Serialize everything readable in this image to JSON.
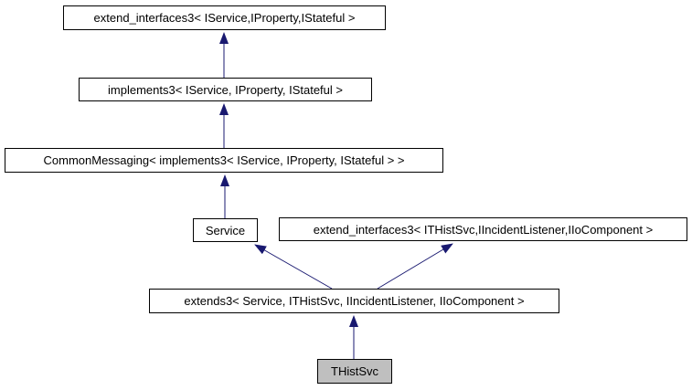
{
  "diagram": {
    "colors": {
      "arrow": "#191970",
      "node_border": "#000000",
      "node_fill": "#ffffff",
      "highlight_node_fill": "#bfbfbf",
      "background": "#ffffff"
    },
    "nodes": [
      {
        "id": "extend-interfaces3-iservice",
        "label": "extend_interfaces3< IService,IProperty,IStateful >"
      },
      {
        "id": "implements3",
        "label": "implements3< IService, IProperty, IStateful >"
      },
      {
        "id": "common-messaging",
        "label": "CommonMessaging< implements3< IService, IProperty, IStateful > >"
      },
      {
        "id": "service",
        "label": "Service"
      },
      {
        "id": "extend-interfaces3-ithistsvc",
        "label": "extend_interfaces3< ITHistSvc,IIncidentListener,IIoComponent >"
      },
      {
        "id": "extends3",
        "label": "extends3< Service, ITHistSvc, IIncidentListener, IIoComponent >"
      },
      {
        "id": "thistsvc",
        "label": "THistSvc",
        "highlighted": true
      }
    ],
    "edges": [
      {
        "from": "implements3",
        "to": "extend-interfaces3-iservice"
      },
      {
        "from": "common-messaging",
        "to": "implements3"
      },
      {
        "from": "service",
        "to": "common-messaging"
      },
      {
        "from": "extends3",
        "to": "service"
      },
      {
        "from": "extends3",
        "to": "extend-interfaces3-ithistsvc"
      },
      {
        "from": "thistsvc",
        "to": "extends3"
      }
    ]
  }
}
